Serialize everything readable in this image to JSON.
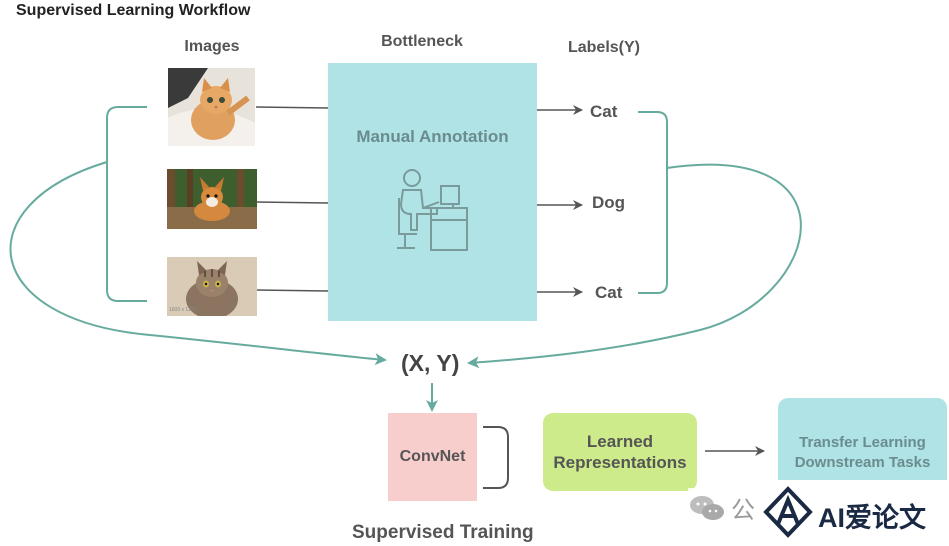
{
  "title": "Supervised Learning Workflow",
  "headers": {
    "images": "Images",
    "bottleneck": "Bottleneck",
    "labels": "Labels(Y)"
  },
  "annotation": {
    "text": "Manual Annotation",
    "icon": "person-at-computer-icon"
  },
  "images": [
    {
      "subject": "orange-tabby-cat-photo"
    },
    {
      "subject": "corgi-dog-photo"
    },
    {
      "subject": "tabby-cat-photo",
      "caption": "1600 x 1200"
    }
  ],
  "labels": [
    "Cat",
    "Dog",
    "Cat"
  ],
  "xy": "(X, Y)",
  "convnet": "ConvNet",
  "learned": [
    "Learned",
    "Representations"
  ],
  "transfer": [
    "Transfer Learning",
    "Downstream Tasks"
  ],
  "supervised_training": "Supervised Training",
  "watermark": {
    "partial_char": "公",
    "brand": "AI爱论文",
    "icons": [
      "wechat-icon",
      "ai-logo-icon"
    ]
  },
  "colors": {
    "teal_box": "#b0e3e6",
    "teal_line": "#67ab9f",
    "pink_box": "#f8cecc",
    "green_box": "#cdeb8b",
    "arrow_gray": "#555555"
  }
}
